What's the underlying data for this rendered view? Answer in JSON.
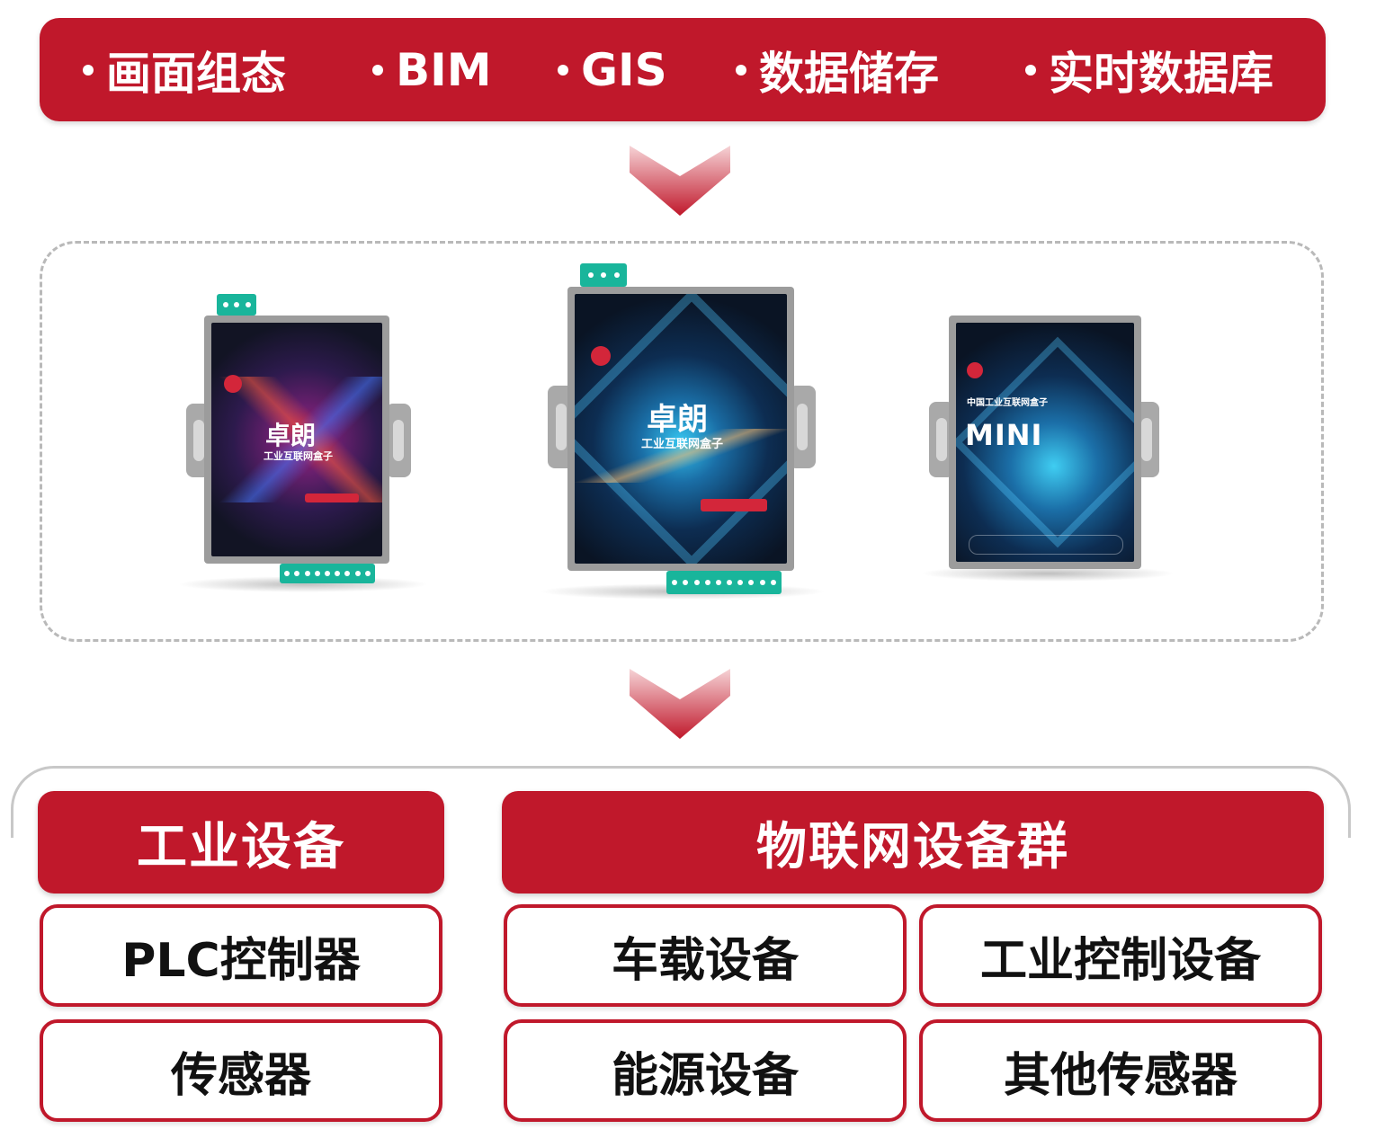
{
  "top_banner": {
    "items": [
      "画面组态",
      "BIM",
      "GIS",
      "数据储存",
      "实时数据库"
    ]
  },
  "devices": [
    {
      "brand": "卓朗",
      "subtitle": "工业互联网盒子"
    },
    {
      "brand": "卓朗",
      "subtitle": "工业互联网盒子"
    },
    {
      "brand": "MINI",
      "subtitle": "中国工业互联网盒子"
    }
  ],
  "categories": {
    "industrial": {
      "title": "工业设备",
      "items": [
        "PLC控制器",
        "传感器"
      ]
    },
    "iot": {
      "title": "物联网设备群",
      "items": [
        "车载设备",
        "工业控制设备",
        "能源设备",
        "其他传感器"
      ]
    }
  },
  "colors": {
    "accent_red": "#c0182b",
    "terminal_green": "#19b59b",
    "dashed_border": "#b9b9b9"
  }
}
